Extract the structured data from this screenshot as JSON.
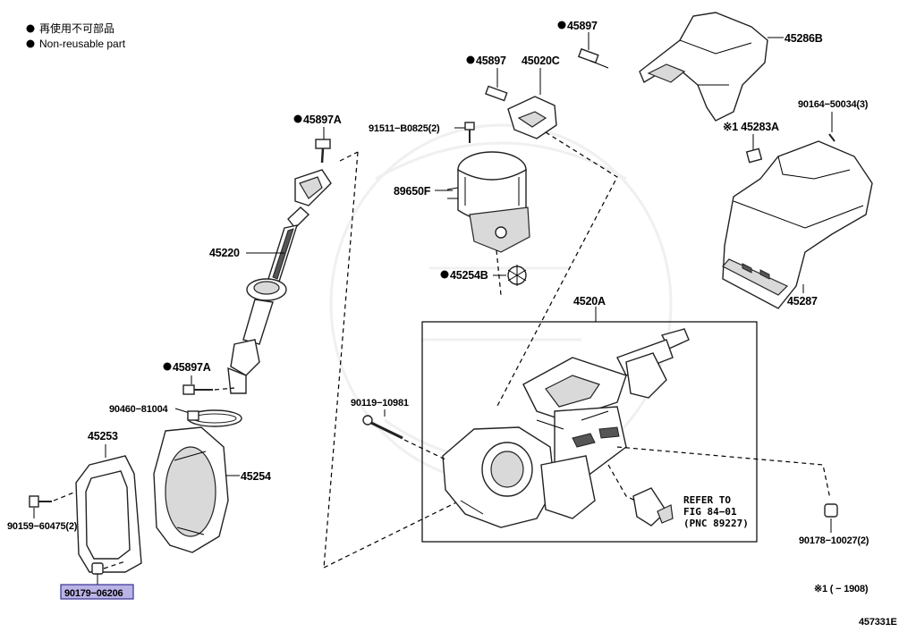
{
  "legend": {
    "line1": "再使用不可部品",
    "line2": "Non-reusable part"
  },
  "parts": {
    "p45897_top": "45897",
    "p45897_mid": "45897",
    "p45020C": "45020C",
    "p45286B": "45286B",
    "p90164": "90164−50034(3)",
    "p45283A": "45283A",
    "p45897A_top": "45897A",
    "p91511": "91511−B0825(2)",
    "p89650F": "89650F",
    "p45220": "45220",
    "p45254B": "45254B",
    "p45287": "45287",
    "p4520A": "4520A",
    "p45897A_bot": "45897A",
    "p90119": "90119−10981",
    "p90460": "90460−81004",
    "p45253": "45253",
    "p45254": "45254",
    "p90159": "90159−60475(2)",
    "p90179": "90179−06206",
    "p90178": "90178−10027(2)"
  },
  "refer": {
    "line1": "REFER TO",
    "line2": "FIG 84−01",
    "line3": "(PNC 89227)"
  },
  "footnote": {
    "mark": "※1",
    "mark_small": "※1",
    "text": "※1 (      − 1908)"
  },
  "figure_id": "457331E",
  "highlight_color": "#b9b3e6"
}
